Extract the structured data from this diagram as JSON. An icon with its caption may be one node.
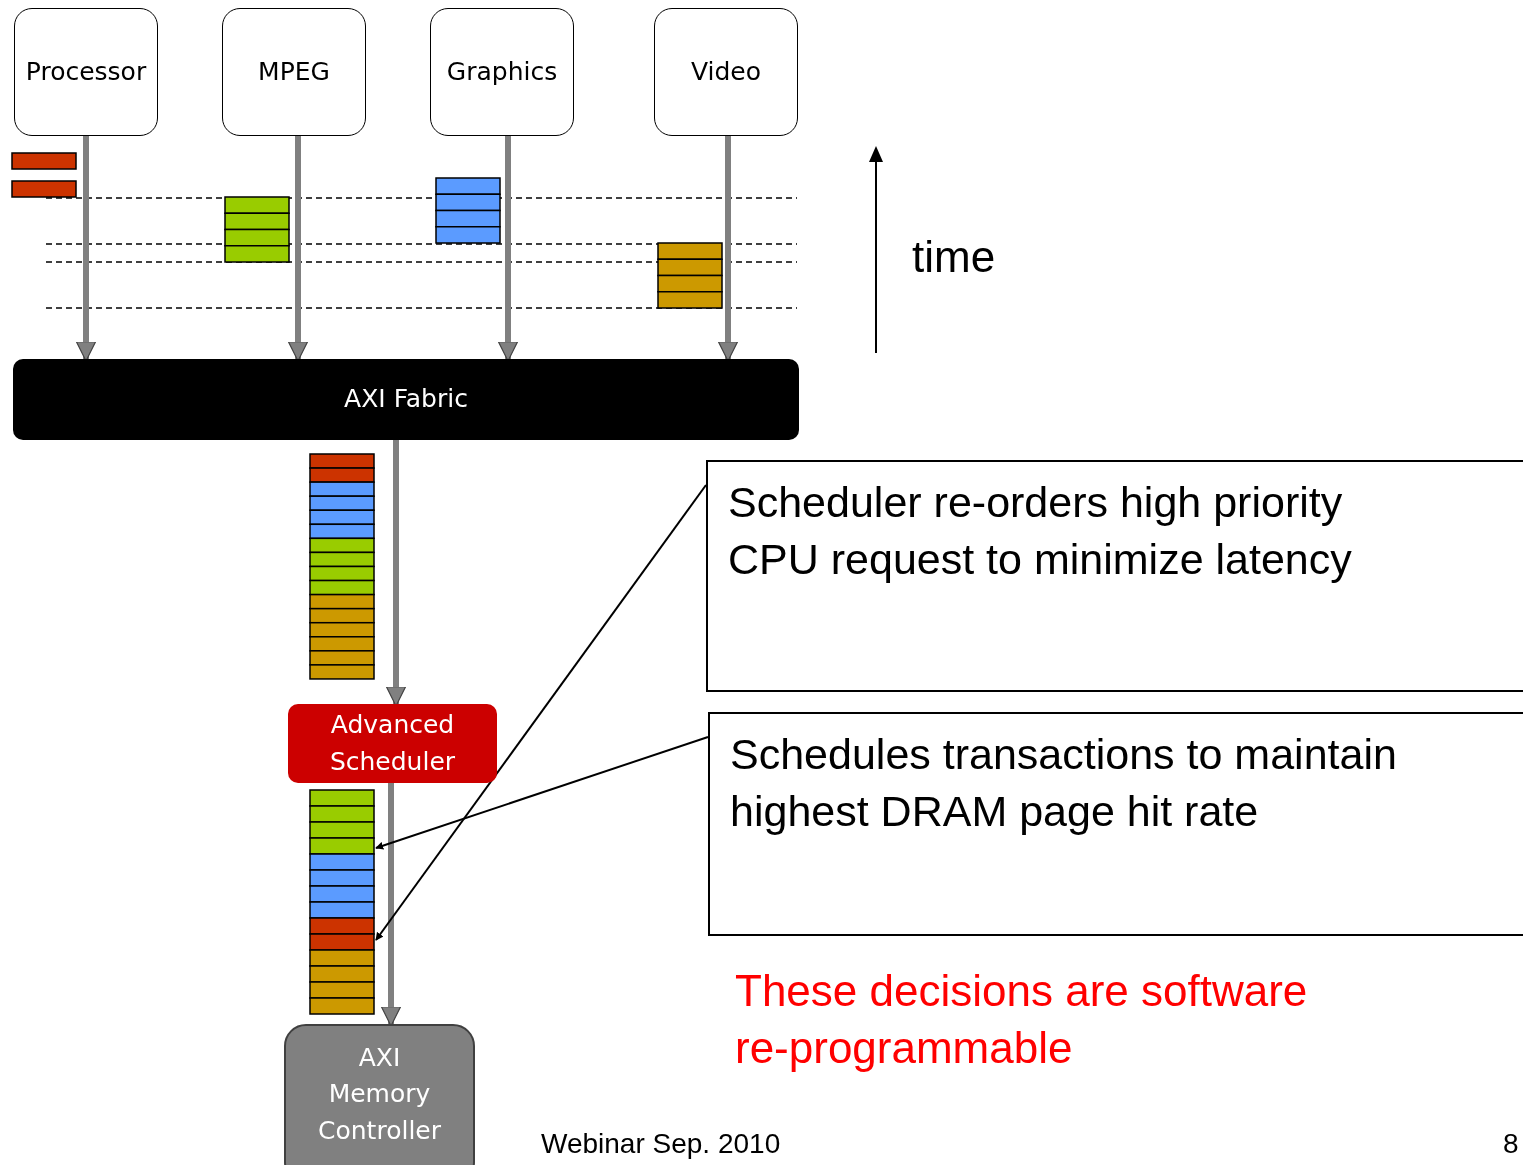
{
  "diagram": {
    "nodes": [
      {
        "text": [
          "Processor"
        ]
      },
      {
        "text": [
          "MPEG"
        ]
      },
      {
        "text": [
          "Graphics"
        ]
      },
      {
        "text": [
          "Video"
        ]
      },
      {
        "text": [
          "AXI Fabric"
        ]
      },
      {
        "text": [
          "Advanced Scheduler"
        ]
      },
      {
        "text": [
          "AXI Memory Controller"
        ]
      },
      {
        "text": [
          "Scheduler re-orders high priority CPU request to minimize latency"
        ]
      },
      {
        "text": [
          "Schedules transactions to maintain highest DRAM page hit rate"
        ]
      },
      {
        "text": [],
        "shape": "bar"
      }
    ],
    "edges": [
      {
        "from": 0,
        "to": 4,
        "arrow": "to"
      },
      {
        "from": 1,
        "to": 4,
        "arrow": "to"
      },
      {
        "from": 2,
        "to": 4,
        "arrow": "to"
      },
      {
        "from": 3,
        "to": 4,
        "arrow": "to"
      },
      {
        "from": 4,
        "to": 5,
        "arrow": "to"
      },
      {
        "from": 5,
        "to": 6,
        "arrow": "to"
      },
      {
        "from": 7,
        "to": 9,
        "arrow": "to",
        "color": "#000000"
      },
      {
        "from": 8,
        "to": 9,
        "arrow": "to",
        "color": "#000000"
      }
    ],
    "labels": [
      "time",
      "These decisions are software re-programmable",
      "Webinar Sep. 2010",
      "8"
    ]
  }
}
